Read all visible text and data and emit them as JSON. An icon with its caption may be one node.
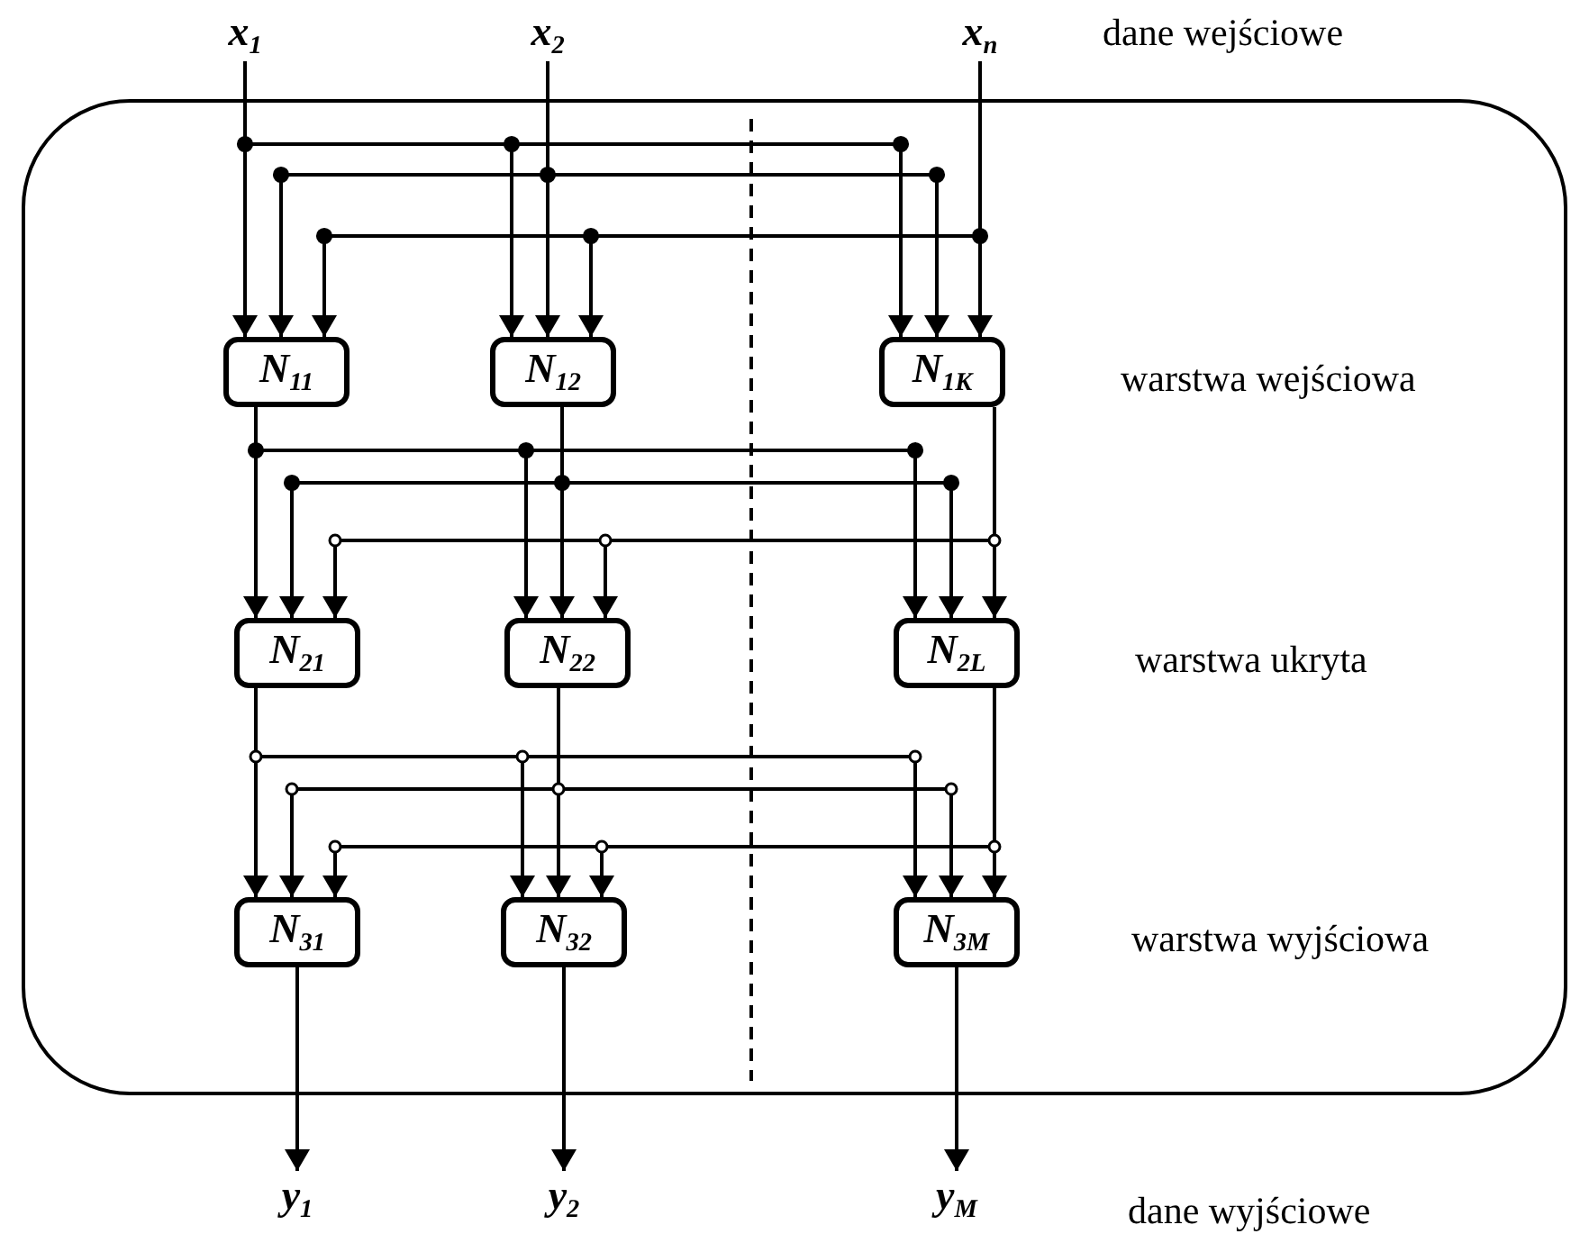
{
  "diagram": {
    "nodes": [
      {
        "text": [
          "x$_{1}$"
        ]
      },
      {
        "text": [
          "x$_{2}$"
        ]
      },
      {
        "text": [
          "x$_{n}$"
        ]
      },
      {
        "text": [],
        "shape": "box"
      },
      {
        "text": [
          "N$_{11}$"
        ],
        "in": 3
      },
      {
        "text": [
          "N$_{12}$"
        ],
        "in": 3
      },
      {
        "text": [
          "N$_{1K}$"
        ],
        "in": 3
      },
      {
        "text": [
          "N$_{21}$"
        ],
        "in": 3
      },
      {
        "text": [
          "N$_{22}$"
        ],
        "in": 3
      },
      {
        "text": [
          "N$_{2L}$"
        ],
        "in": 3
      },
      {
        "text": [
          "N$_{31}$"
        ],
        "in": 3
      },
      {
        "text": [
          "N$_{32}$"
        ],
        "in": 3
      },
      {
        "text": [
          "N$_{3M}$"
        ],
        "in": 3
      },
      {
        "text": [
          "y$_{1}$"
        ]
      },
      {
        "text": [
          "y$_{2}$"
        ]
      },
      {
        "text": [
          "y$_{M}$"
        ]
      }
    ],
    "edges": [
      {
        "from": 0,
        "to": 4,
        "arrow": "to"
      },
      {
        "from": 0,
        "to": 5,
        "arrow": "to"
      },
      {
        "from": 0,
        "to": 6,
        "arrow": "to"
      },
      {
        "from": 1,
        "to": 4,
        "arrow": "to"
      },
      {
        "from": 1,
        "to": 5,
        "arrow": "to"
      },
      {
        "from": 1,
        "to": 6,
        "arrow": "to"
      },
      {
        "from": 2,
        "to": 4,
        "arrow": "to"
      },
      {
        "from": 2,
        "to": 5,
        "arrow": "to"
      },
      {
        "from": 2,
        "to": 6,
        "arrow": "to"
      },
      {
        "from": 4,
        "to": 7,
        "arrow": "to"
      },
      {
        "from": 4,
        "to": 8,
        "arrow": "to"
      },
      {
        "from": 4,
        "to": 9,
        "arrow": "to"
      },
      {
        "from": 5,
        "to": 7,
        "arrow": "to"
      },
      {
        "from": 5,
        "to": 8,
        "arrow": "to"
      },
      {
        "from": 5,
        "to": 9,
        "arrow": "to"
      },
      {
        "from": 6,
        "to": 7,
        "arrow": "to"
      },
      {
        "from": 6,
        "to": 8,
        "arrow": "to"
      },
      {
        "from": 6,
        "to": 9,
        "arrow": "to"
      },
      {
        "from": 7,
        "to": 10,
        "arrow": "to"
      },
      {
        "from": 7,
        "to": 11,
        "arrow": "to"
      },
      {
        "from": 7,
        "to": 12,
        "arrow": "to"
      },
      {
        "from": 8,
        "to": 10,
        "arrow": "to"
      },
      {
        "from": 8,
        "to": 11,
        "arrow": "to"
      },
      {
        "from": 8,
        "to": 12,
        "arrow": "to"
      },
      {
        "from": 9,
        "to": 10,
        "arrow": "to"
      },
      {
        "from": 9,
        "to": 11,
        "arrow": "to"
      },
      {
        "from": 9,
        "to": 12,
        "arrow": "to"
      },
      {
        "from": 10,
        "to": 13,
        "arrow": "to"
      },
      {
        "from": 11,
        "to": 14,
        "arrow": "to"
      },
      {
        "from": 12,
        "to": 15,
        "arrow": "to"
      }
    ],
    "labels": [
      "dane wejściowe",
      "warstwa wejściowa",
      "warstwa ukryta",
      "warstwa wyjściowa",
      "dane wyjściowe"
    ]
  }
}
